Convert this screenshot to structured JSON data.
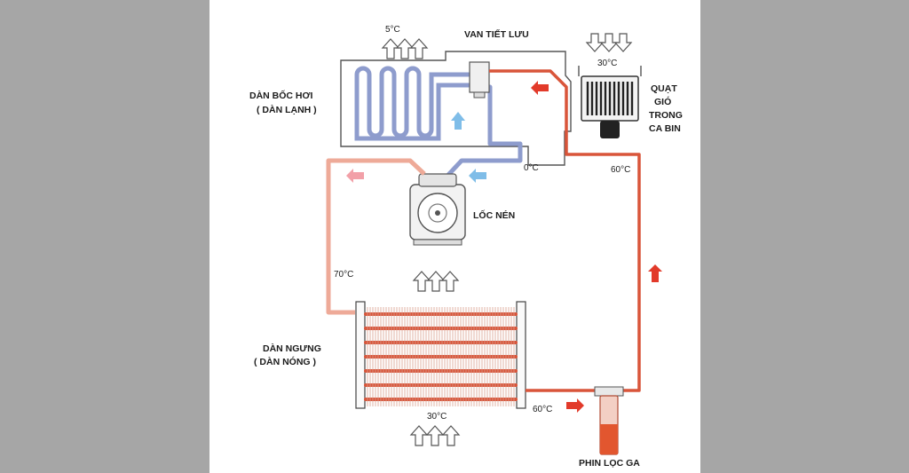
{
  "diagram": {
    "colors": {
      "background": "#a6a6a6",
      "panel": "#ffffff",
      "hot_line": "#d9553a",
      "warm_line": "#eeaa98",
      "cold_line": "#8e9ccd",
      "cold_line_light": "#aeb8dd",
      "arrow_hot": "#e23a2a",
      "arrow_pink": "#f2a0a8",
      "arrow_cold": "#7fbde8",
      "outline": "#555555"
    },
    "labels": {
      "van_tiet_luu": "VAN TIẾT LƯU",
      "dan_boc_hoi": "DÀN BỐC HƠI",
      "dan_lanh": "( DÀN LẠNH )",
      "quat_line1": "QUẠT",
      "quat_line2": "GIÓ",
      "quat_line3": "TRONG",
      "quat_line4": "CA BIN",
      "loc_nen": "LỐC NÉN",
      "dan_ngung": "DÀN NGƯNG",
      "dan_nong": "( DÀN NÓNG )",
      "phin_loc_ga": "PHIN LỌC GA"
    },
    "temperatures": {
      "evaporator_air": "5°C",
      "cabin_air": "30°C",
      "compressor_inlet": "0°C",
      "to_cabin": "60°C",
      "compressor_outlet": "70°C",
      "condenser_air": "30°C",
      "condenser_outlet": "60°C"
    }
  }
}
